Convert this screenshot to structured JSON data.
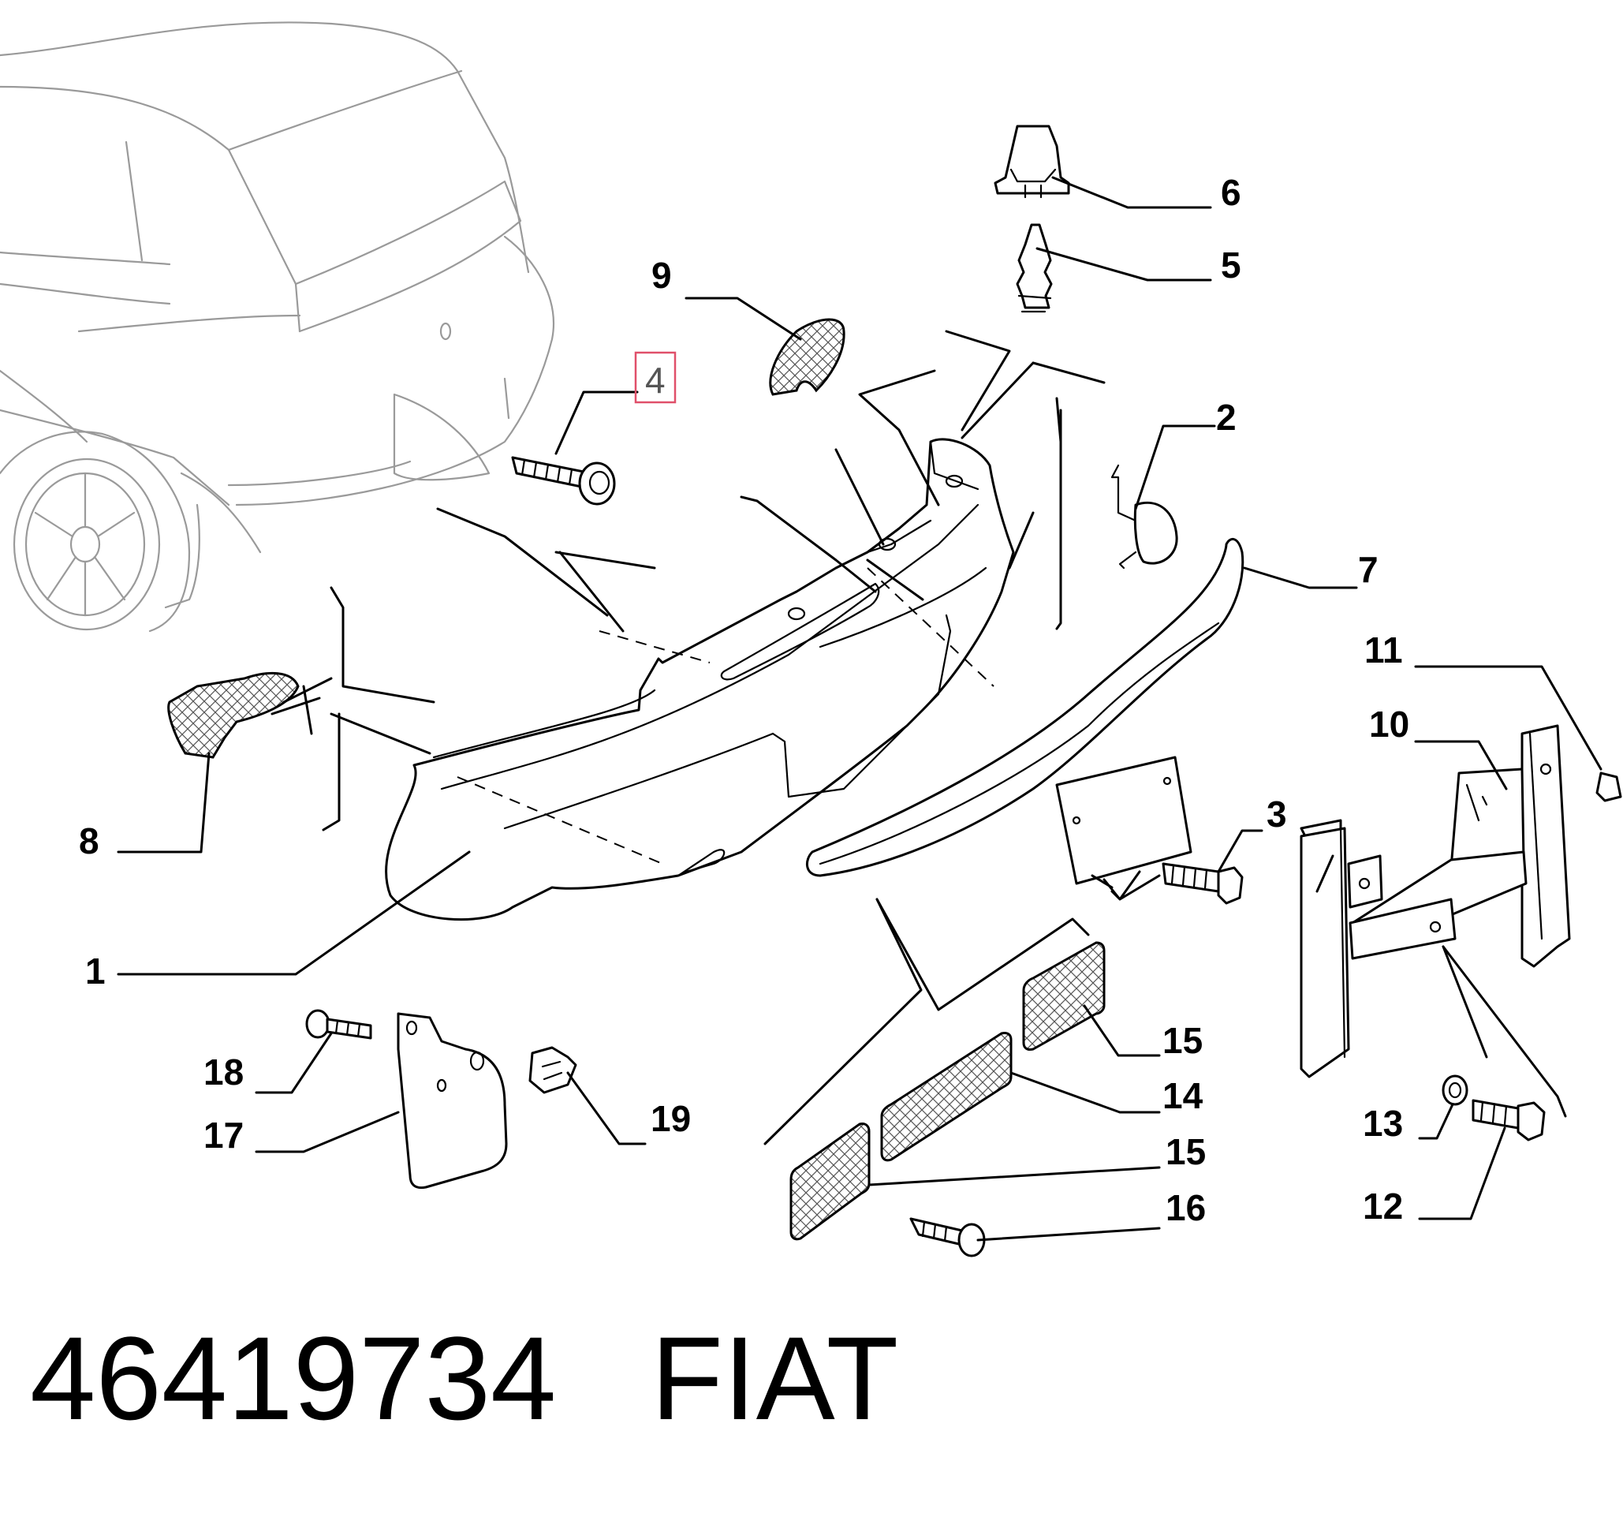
{
  "diagram": {
    "callouts": [
      {
        "id": "c1",
        "label": "1"
      },
      {
        "id": "c2",
        "label": "2"
      },
      {
        "id": "c3",
        "label": "3"
      },
      {
        "id": "c4",
        "label": "4"
      },
      {
        "id": "c5",
        "label": "5"
      },
      {
        "id": "c6",
        "label": "6"
      },
      {
        "id": "c7",
        "label": "7"
      },
      {
        "id": "c8",
        "label": "8"
      },
      {
        "id": "c9",
        "label": "9"
      },
      {
        "id": "c10",
        "label": "10"
      },
      {
        "id": "c11",
        "label": "11"
      },
      {
        "id": "c12",
        "label": "12"
      },
      {
        "id": "c13",
        "label": "13"
      },
      {
        "id": "c14",
        "label": "14"
      },
      {
        "id": "c15a",
        "label": "15"
      },
      {
        "id": "c15b",
        "label": "15"
      },
      {
        "id": "c16",
        "label": "16"
      },
      {
        "id": "c17",
        "label": "17"
      },
      {
        "id": "c18",
        "label": "18"
      },
      {
        "id": "c19",
        "label": "19"
      }
    ],
    "highlighted_callout": "4",
    "highlight_color": "#e0506a"
  },
  "footer": {
    "part_number": "46419734",
    "brand": "FIAT"
  }
}
